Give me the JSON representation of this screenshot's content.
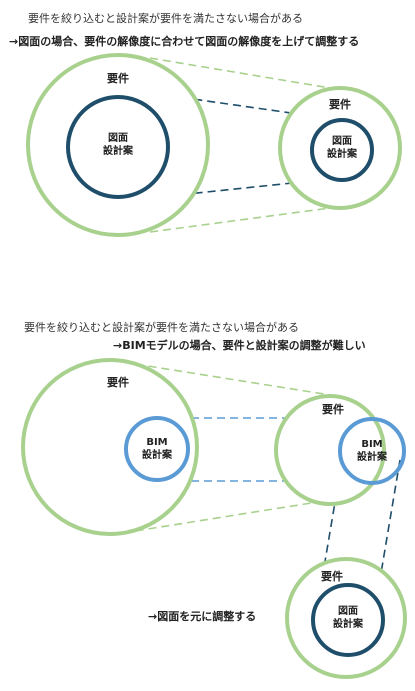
{
  "section1": {
    "line1": "要件を絞り込むと設計案が要件を満たさない場合がある",
    "line2": "→図面の場合、要件の解像度に合わせて図面の解像度を上げて調整する",
    "big_requirement": "要件",
    "big_design_top": "図面",
    "big_design_bottom": "設計案",
    "small_requirement": "要件",
    "small_design_top": "図面",
    "small_design_bottom": "設計案"
  },
  "section2": {
    "line1": "要件を絞り込むと設計案が要件を満たさない場合がある",
    "line2": "→BIMモデルの場合、要件と設計案の調整が難しい",
    "big_requirement": "要件",
    "big_design_top": "BIM",
    "big_design_bottom": "設計案",
    "mid_requirement": "要件",
    "mid_design_top": "BIM",
    "mid_design_bottom": "設計案",
    "bottom_requirement": "要件",
    "bottom_design_top": "図面",
    "bottom_design_bottom": "設計案",
    "adjust_label": "→図面を元に調整する"
  },
  "colors": {
    "requirement_ring": "#a9d18e",
    "drawing_ring": "#1f4e6b",
    "bim_ring": "#5b9bd5"
  }
}
